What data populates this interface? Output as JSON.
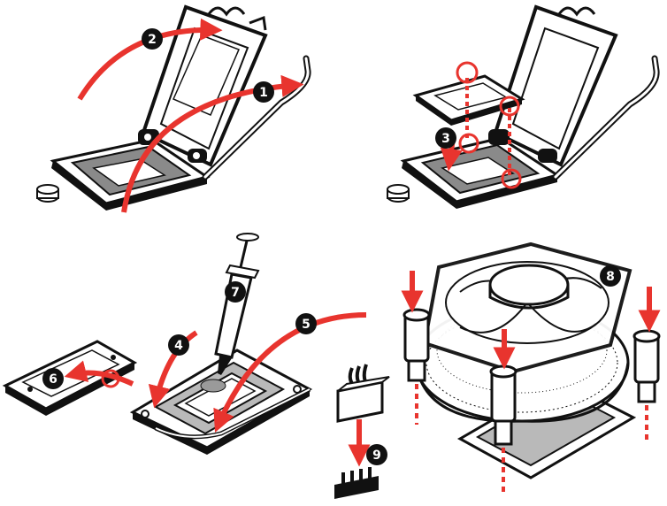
{
  "colors": {
    "ink": "#111111",
    "accent": "#e8342e",
    "pad": "#8a8a8a",
    "metal": "#b9b9b9",
    "paste": "#9a9a9a",
    "bg": "#ffffff"
  },
  "steps": [
    {
      "number": "1"
    },
    {
      "number": "2"
    },
    {
      "number": "3"
    },
    {
      "number": "4"
    },
    {
      "number": "5"
    },
    {
      "number": "6"
    },
    {
      "number": "7"
    },
    {
      "number": "8"
    },
    {
      "number": "9"
    }
  ]
}
